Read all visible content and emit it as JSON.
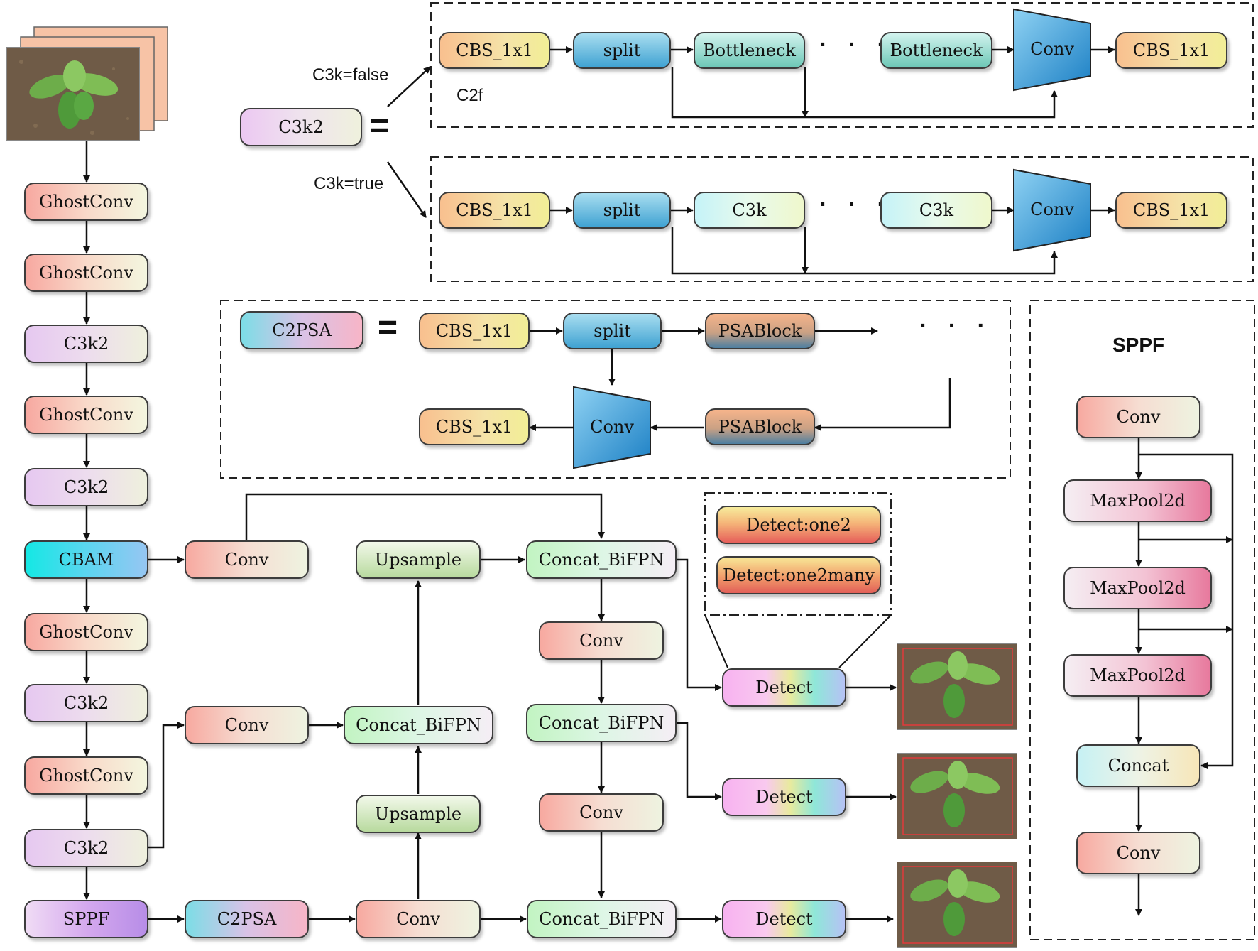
{
  "labels": {
    "c3k_false": "C3k=false",
    "c3k_true": "C3k=true",
    "c2f": "C2f",
    "sppf_title": "SPPF",
    "equals": "=",
    "ellipsis": "· · ·"
  },
  "backbone": {
    "ghostconv_1": "GhostConv",
    "ghostconv_2": "GhostConv",
    "c3k2_1": "C3k2",
    "ghostconv_3": "GhostConv",
    "c3k2_2": "C3k2",
    "cbam": "CBAM",
    "ghostconv_4": "GhostConv",
    "c3k2_3": "C3k2",
    "ghostconv_5": "GhostConv",
    "c3k2_4": "C3k2",
    "sppf": "SPPF"
  },
  "neck": {
    "conv_cbam": "Conv",
    "upsample_top": "Upsample",
    "concat_top": "Concat_BiFPN",
    "conv_mid_1": "Conv",
    "concat_mid_right": "Concat_BiFPN",
    "conv_left": "Conv",
    "concat_mid_left": "Concat_BiFPN",
    "upsample_bottom": "Upsample",
    "conv_mid_2": "Conv",
    "c2psa": "C2PSA",
    "conv_bottom": "Conv",
    "concat_bottom": "Concat_BiFPN"
  },
  "heads": {
    "detect_1": "Detect",
    "detect_2": "Detect",
    "detect_3": "Detect",
    "one2one": "Detect:one2",
    "one2many": "Detect:one2many"
  },
  "c3k2_block": {
    "c3k2": "C3k2",
    "row1": {
      "cbs_in": "CBS_1x1",
      "split": "split",
      "b1": "Bottleneck",
      "b2": "Bottleneck",
      "conv": "Conv",
      "cbs_out": "CBS_1x1"
    },
    "row2": {
      "cbs_in": "CBS_1x1",
      "split": "split",
      "b1": "C3k",
      "b2": "C3k",
      "conv": "Conv",
      "cbs_out": "CBS_1x1"
    }
  },
  "c2psa_block": {
    "c2psa": "C2PSA",
    "cbs_in": "CBS_1x1",
    "split": "split",
    "psablock_1": "PSABlock",
    "psablock_2": "PSABlock",
    "conv": "Conv",
    "cbs_out": "CBS_1x1"
  },
  "sppf_block": {
    "conv_in": "Conv",
    "maxpool_1": "MaxPool2d",
    "maxpool_2": "MaxPool2d",
    "maxpool_3": "MaxPool2d",
    "concat": "Concat",
    "conv_out": "Conv"
  },
  "colors": {
    "line": "#111111",
    "trapezoid_light": "#7ec8ef",
    "trapezoid_dark": "#1f84c9",
    "photo_front": "#f7c3a6"
  }
}
